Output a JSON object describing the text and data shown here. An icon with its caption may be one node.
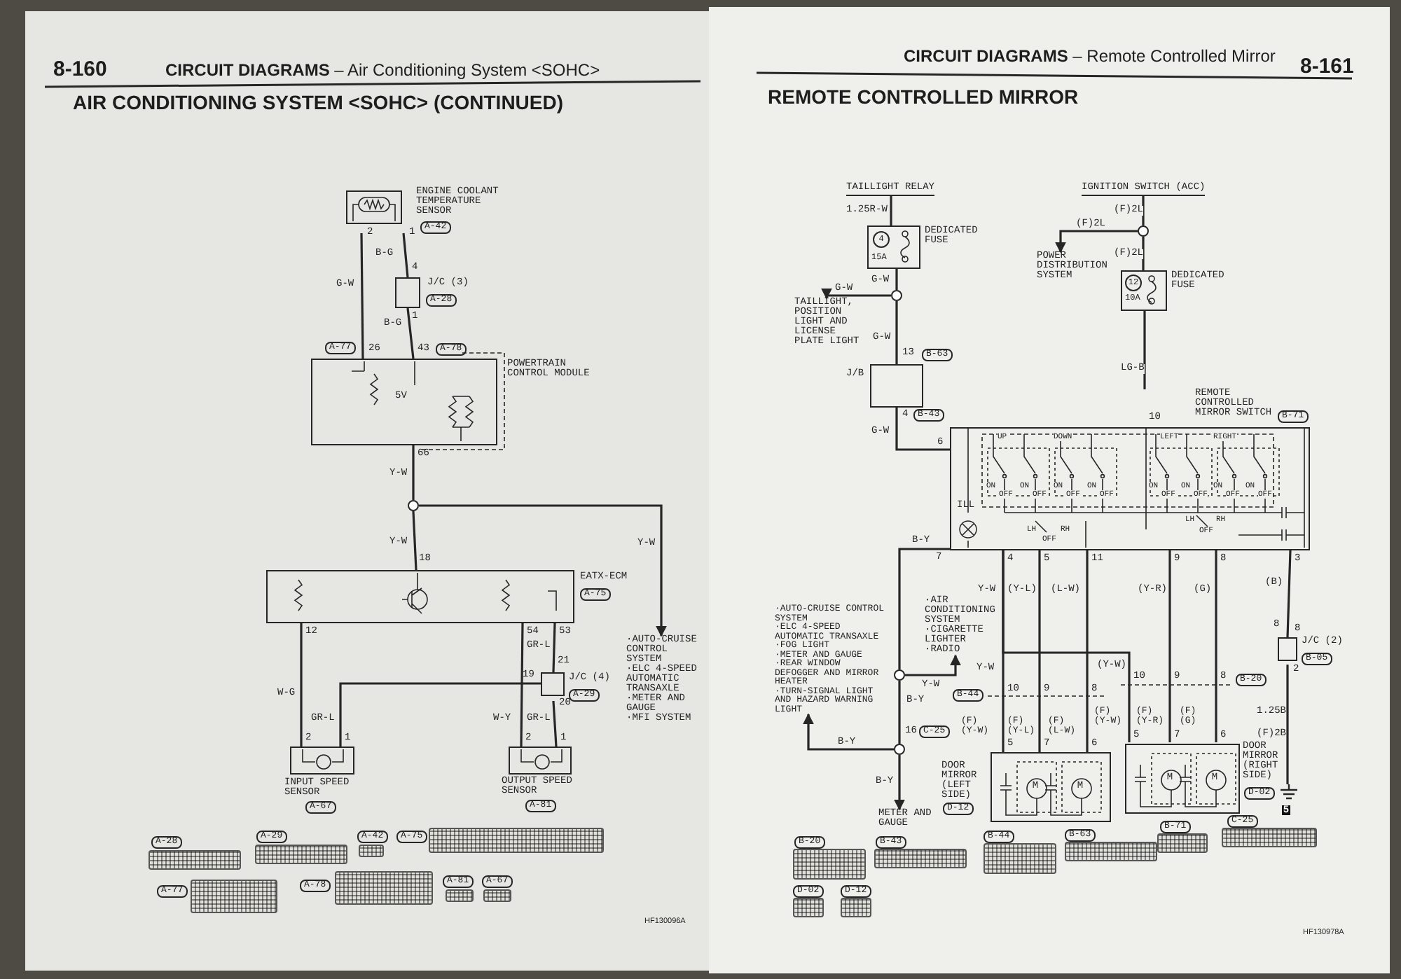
{
  "diagram": {
    "nodes": [
      {
        "text": [
          "ENGINE COOLANT TEMPERATURE SENSOR",
          "A-42"
        ]
      },
      {
        "text": [
          "J/C (3)",
          "A-28"
        ]
      },
      {
        "text": [
          "POWERTRAIN CONTROL MODULE"
        ]
      },
      {
        "text": [],
        "shape": "circle"
      },
      {
        "text": [
          "EATX-ECM",
          "A-75"
        ]
      },
      {
        "text": [
          "·AUTO-CRUISE CONTROL SYSTEM",
          "·ELC 4-SPEED AUTOMATIC TRANSAXLE",
          "·METER AND GAUGE",
          "·MFI SYSTEM"
        ]
      },
      {
        "text": [
          "J/C (4)",
          "A-29"
        ]
      },
      {
        "text": [
          "INPUT SPEED SENSOR",
          "A-67"
        ]
      },
      {
        "text": [
          "OUTPUT SPEED SENSOR",
          "A-81"
        ]
      },
      {
        "text": [
          "TAILLIGHT RELAY"
        ]
      },
      {
        "text": [
          "4",
          "15A",
          "DEDICATED FUSE"
        ]
      },
      {
        "text": [],
        "shape": "circle"
      },
      {
        "text": [
          "TAILLIGHT, POSITION LIGHT AND LICENSE PLATE LIGHT"
        ]
      },
      {
        "text": [
          "J/B"
        ]
      },
      {
        "text": [
          "IGNITION SWITCH (ACC)"
        ]
      },
      {
        "text": [],
        "shape": "circle"
      },
      {
        "text": [
          "POWER DISTRIBUTION SYSTEM"
        ]
      },
      {
        "text": [
          "12",
          "10A",
          "DEDICATED FUSE"
        ]
      },
      {
        "text": [
          "REMOTE CONTROLLED MIRROR SWITCH",
          "B-71"
        ]
      },
      {
        "text": [],
        "shape": "circle"
      },
      {
        "text": [
          "·AIR CONDITIONING SYSTEM",
          "·CIGARETTE LIGHTER",
          "·RADIO"
        ]
      },
      {
        "text": [
          "·AUTO-CRUISE CONTROL SYSTEM",
          "·ELC 4-SPEED AUTOMATIC TRANSAXLE",
          "·FOG LIGHT",
          "·METER AND GAUGE",
          "·REAR WINDOW DEFOGGER AND MIRROR HEATER",
          "·TURN-SIGNAL LIGHT AND HAZARD WARNING LIGHT"
        ]
      },
      {
        "text": [],
        "shape": "circle"
      },
      {
        "text": [
          "METER AND GAUGE"
        ]
      },
      {
        "text": [
          "J/C (2)",
          "B-05"
        ]
      },
      {
        "text": [
          "DOOR MIRROR (LEFT SIDE)",
          "D-12"
        ]
      },
      {
        "text": [
          "DOOR MIRROR (RIGHT SIDE)",
          "D-02"
        ]
      },
      {
        "text": [],
        "shape": "ground",
        "beside": [
          "5"
        ]
      }
    ],
    "edges": [
      {
        "from": 0,
        "to": 1,
        "arrow": "none",
        "label": "B-G"
      },
      {
        "from": 1,
        "to": 2,
        "arrow": "none",
        "label": "B-G"
      },
      {
        "from": 0,
        "to": 2,
        "arrow": "none",
        "label": "G-W"
      },
      {
        "from": 2,
        "to": 3,
        "arrow": "none",
        "label": "Y-W"
      },
      {
        "from": 3,
        "to": 4,
        "arrow": "none",
        "label": "Y-W"
      },
      {
        "from": 3,
        "to": 5,
        "arrow": "to",
        "label": "Y-W"
      },
      {
        "from": 4,
        "to": 7,
        "arrow": "none",
        "label": "W-G"
      },
      {
        "from": 4,
        "to": 6,
        "arrow": "none",
        "label": "GR-L"
      },
      {
        "from": 6,
        "to": 7,
        "arrow": "none",
        "label": "GR-L"
      },
      {
        "from": 4,
        "to": 8,
        "arrow": "none",
        "label": "W-Y"
      },
      {
        "from": 6,
        "to": 8,
        "arrow": "none",
        "label": "GR-L"
      },
      {
        "from": 9,
        "to": 10,
        "arrow": "none",
        "label": "1.25R-W"
      },
      {
        "from": 10,
        "to": 11,
        "arrow": "none",
        "label": "G-W"
      },
      {
        "from": 11,
        "to": 12,
        "arrow": "to",
        "label": "G-W"
      },
      {
        "from": 11,
        "to": 13,
        "arrow": "none",
        "label": "G-W"
      },
      {
        "from": 13,
        "to": 18,
        "arrow": "none",
        "label": "G-W"
      },
      {
        "from": 14,
        "to": 15,
        "arrow": "none",
        "label": "(F)2L"
      },
      {
        "from": 15,
        "to": 16,
        "arrow": "to",
        "label": "(F)2L"
      },
      {
        "from": 15,
        "to": 17,
        "arrow": "none",
        "label": "(F)2L"
      },
      {
        "from": 17,
        "to": 18,
        "arrow": "none",
        "label": "LG-B"
      },
      {
        "from": 18,
        "to": 19,
        "arrow": "none",
        "label": "B-Y"
      },
      {
        "from": 19,
        "to": 20,
        "arrow": "to",
        "label": "Y-W"
      },
      {
        "from": 19,
        "to": 22,
        "arrow": "none",
        "label": "B-Y"
      },
      {
        "from": 22,
        "to": 21,
        "arrow": "to",
        "label": "B-Y"
      },
      {
        "from": 22,
        "to": 23,
        "arrow": "to",
        "label": "B-Y"
      },
      {
        "from": 18,
        "to": 25,
        "arrow": "none",
        "label": "Y-W"
      },
      {
        "from": 18,
        "to": 25,
        "arrow": "none",
        "label": "(Y-L)"
      },
      {
        "from": 18,
        "to": 25,
        "arrow": "none",
        "label": "(L-W)"
      },
      {
        "from": 18,
        "to": 26,
        "arrow": "none",
        "label": "(Y-R)"
      },
      {
        "from": 18,
        "to": 26,
        "arrow": "none",
        "label": "(G)"
      },
      {
        "from": 18,
        "to": 24,
        "arrow": "none",
        "label": "(B)"
      },
      {
        "from": 24,
        "to": 27,
        "arrow": "none",
        "label": "1.25B"
      },
      {
        "from": 18,
        "to": 26,
        "arrow": "none",
        "label": "(Y-W)"
      }
    ],
    "labels": [
      "8-160",
      "**CIRCUIT DIAGRAMS** – Air Conditioning System <SOHC>",
      "AIR CONDITIONING SYSTEM <SOHC> (CONTINUED)",
      "2",
      "1",
      "4",
      "1",
      "A-77",
      "26",
      "43",
      "A-78",
      "5V",
      "66",
      "18",
      "12",
      "54",
      "53",
      "21",
      "19",
      "20",
      "2",
      "1",
      "2",
      "1",
      "A-28",
      "A-29",
      "A-42",
      "A-75",
      "A-77",
      "A-78",
      "A-81",
      "A-67",
      "HF130096A",
      "**CIRCUIT DIAGRAMS** – Remote Controlled Mirror",
      "8-161",
      "REMOTE CONTROLLED MIRROR",
      "13",
      "B-63",
      "4",
      "B-43",
      "6",
      "10",
      "UP",
      "DOWN",
      "LEFT",
      "RIGHT",
      "ON",
      "OFF",
      "ON",
      "OFF",
      "ON",
      "OFF",
      "ON",
      "OFF",
      "ON",
      "OFF",
      "ON",
      "OFF",
      "ON",
      "OFF",
      "ON",
      "OFF",
      "ILL",
      "LH",
      "RH",
      "OFF",
      "LH",
      "RH",
      "OFF",
      "7",
      "4",
      "5",
      "11",
      "9",
      "8",
      "3",
      "Y-W",
      "B-44",
      "10",
      "9",
      "8",
      "16",
      "C-25",
      "(F) (Y-W)",
      "(F) (Y-L)",
      "(F) (L-W)",
      "10",
      "9",
      "8",
      "B-20",
      "(F) (Y-W)",
      "(F) (Y-R)",
      "(F) (G)",
      "5",
      "7",
      "6",
      "5",
      "7",
      "6",
      "M",
      "M",
      "M",
      "M",
      "8",
      "8",
      "2",
      "(F)2B",
      "B-20",
      "B-43",
      "B-44",
      "B-63",
      "B-71",
      "C-25",
      "D-02",
      "D-12",
      "HF130978A"
    ]
  }
}
